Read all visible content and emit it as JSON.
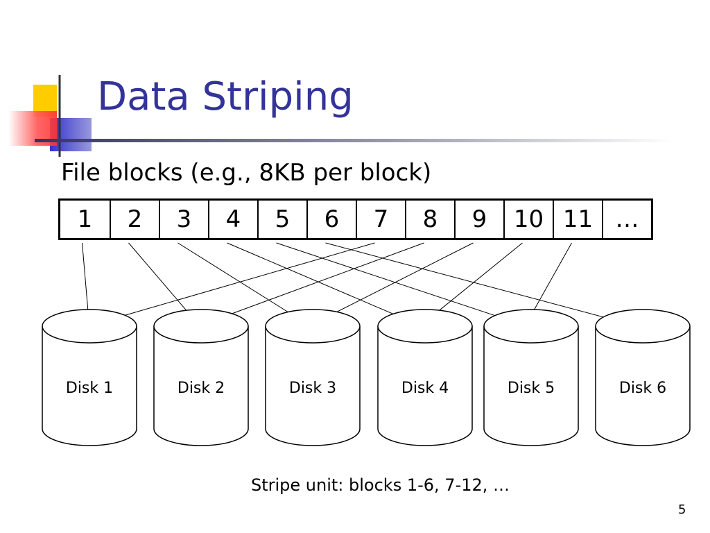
{
  "slide": {
    "title": "Data Striping",
    "subtitle": "File blocks (e.g., 8KB per block)",
    "blocks": [
      "1",
      "2",
      "3",
      "4",
      "5",
      "6",
      "7",
      "8",
      "9",
      "10",
      "11",
      "…"
    ],
    "disks": [
      "Disk 1",
      "Disk 2",
      "Disk 3",
      "Disk 4",
      "Disk 5",
      "Disk 6"
    ],
    "caption": "Stripe unit: blocks 1-6, 7-12, …",
    "page_number": "5",
    "mapping": [
      {
        "block": "1",
        "disk": "Disk 1"
      },
      {
        "block": "2",
        "disk": "Disk 2"
      },
      {
        "block": "3",
        "disk": "Disk 3"
      },
      {
        "block": "4",
        "disk": "Disk 4"
      },
      {
        "block": "5",
        "disk": "Disk 5"
      },
      {
        "block": "6",
        "disk": "Disk 6"
      },
      {
        "block": "7",
        "disk": "Disk 1"
      },
      {
        "block": "8",
        "disk": "Disk 2"
      },
      {
        "block": "9",
        "disk": "Disk 3"
      },
      {
        "block": "10",
        "disk": "Disk 4"
      },
      {
        "block": "11",
        "disk": "Disk 5"
      }
    ]
  },
  "colors": {
    "title": "#333399",
    "deco_yellow": "#ffcc00",
    "deco_blue": "#3333cc",
    "deco_red": "#ff3333"
  }
}
